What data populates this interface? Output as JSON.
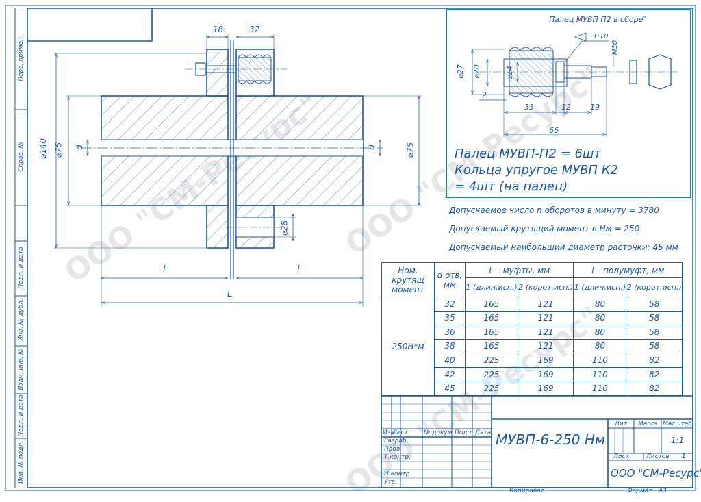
{
  "side_labels": [
    "Перв. примен.",
    "Справ. №",
    "Подп. и дата",
    "Инв. № дубл.",
    "Взам. инв. №",
    "Подп. и дата",
    "Инв. № подл."
  ],
  "inset": {
    "title": "Палец МУВП П2 в сборе\"",
    "dims": {
      "d27": "⌀27",
      "d20": "⌀20",
      "d14": "⌀14",
      "m10": "М10",
      "slope": "1:10",
      "d2": "2",
      "d33": "33",
      "d12": "12",
      "d19": "19",
      "d66": "66"
    },
    "line1": "Палец МУВП-П2 = 6шт",
    "line2": "Кольца упругое МУВП К2",
    "line3": "= 4шт (на палец)"
  },
  "main_dims": {
    "top18": "18",
    "top32": "32",
    "d140": "⌀140",
    "d75l": "⌀75",
    "d_l": "d",
    "d_r": "d",
    "d75r": "⌀75",
    "d28": "⌀28",
    "l_left": "l",
    "l_right": "l",
    "L": "L"
  },
  "notes": [
    "Допускаемое число n оборотов в минуту = 3780",
    "Допускаемый крутящий момент в Нм = 250",
    "Допускаемый наибольший диаметр расточки: 45 мм"
  ],
  "table": {
    "h_moment": "Ном. крутящ момент",
    "h_d": "d отв, мм",
    "h_L": "L – муфты, мм",
    "h_l": "l – полумуфт, мм",
    "sub": [
      "1 (длин.исп.)",
      "2 (корот.исп.)",
      "1 (длин.исп.)",
      "2 (корот.исп.)"
    ],
    "moment_value": "250Н*м",
    "rows": [
      [
        "32",
        "165",
        "121",
        "80",
        "58"
      ],
      [
        "35",
        "165",
        "121",
        "80",
        "58"
      ],
      [
        "36",
        "165",
        "121",
        "80",
        "58"
      ],
      [
        "38",
        "165",
        "121",
        "80",
        "58"
      ],
      [
        "40",
        "225",
        "169",
        "110",
        "82"
      ],
      [
        "42",
        "225",
        "169",
        "110",
        "82"
      ],
      [
        "45",
        "225",
        "169",
        "110",
        "82"
      ]
    ]
  },
  "title_block": {
    "designation": "МУВП-6-250 Нм",
    "cols": [
      "Изм.",
      "Лист",
      "№ докум.",
      "Подп.",
      "Дата"
    ],
    "rows": [
      "Разраб.",
      "Пров.",
      "Т.контр.",
      "Н.контр.",
      "Утв."
    ],
    "lit": "Лит.",
    "mass": "Масса",
    "scale_label": "Масштаб",
    "scale": "1:1",
    "sheet": "Лист",
    "sheets": "Листов",
    "sheets_n": "1",
    "company": "ООО \"СМ-Ресурс\"",
    "copied": "Копировал",
    "format": "Формат",
    "format_v": "А3"
  },
  "watermark": "ООО \"СМ-Ресурс\""
}
